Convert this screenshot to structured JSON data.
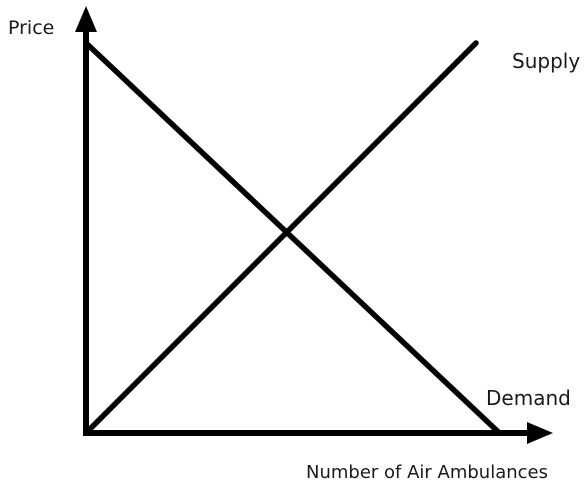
{
  "chart_data": {
    "type": "line",
    "title": "",
    "xlabel": "Number of Air Ambulances",
    "ylabel": "Price",
    "series": [
      {
        "name": "Supply",
        "points": [
          [
            0,
            0
          ],
          [
            10,
            10
          ]
        ]
      },
      {
        "name": "Demand",
        "points": [
          [
            0,
            10
          ],
          [
            10.6,
            0
          ]
        ]
      }
    ],
    "xlim": [
      0,
      12
    ],
    "ylim": [
      0,
      11
    ],
    "grid": false,
    "legend": "none",
    "line_color": "#000000"
  }
}
